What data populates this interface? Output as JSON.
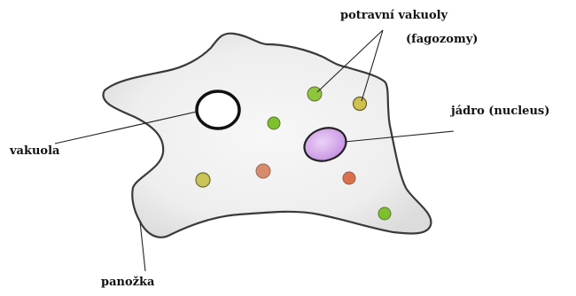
{
  "labels": {
    "food_vacuoles": "potravní vakuoly",
    "phagosomes": "(fagozomy)",
    "nucleus": "jádro (nucleus)",
    "vacuole": "vakuola",
    "pseudopod": "panožka"
  },
  "colors": {
    "cell_fill": "#efefef",
    "cell_outline": "#3a3a3a",
    "nucleus": "#d7a8ec",
    "vacuole_fill": "#ffffff",
    "green_granule": "#7fc12f",
    "yellow_granule": "#c8c244",
    "orange_granule": "#d98a6a",
    "leader_line": "#222222"
  }
}
